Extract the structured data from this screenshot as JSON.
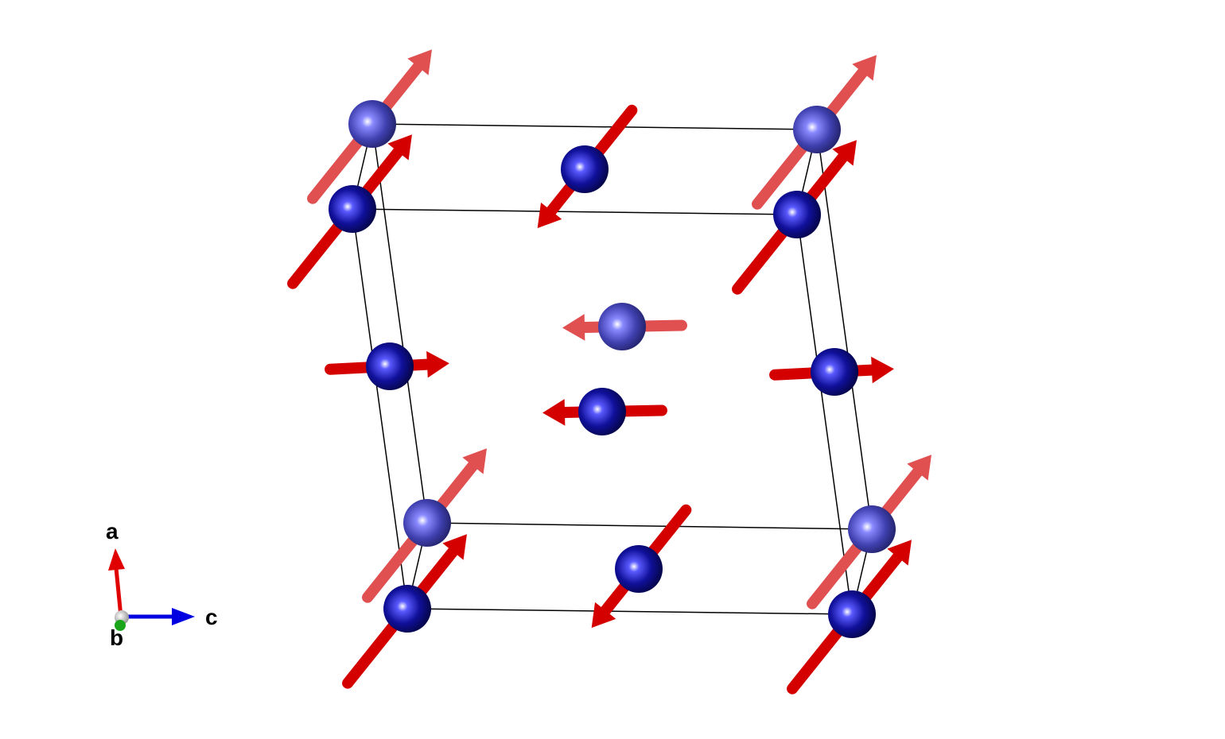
{
  "axes": {
    "a_label": "a",
    "b_label": "b",
    "c_label": "c",
    "a_color": "#e00000",
    "b_color": "#1aa51a",
    "c_color": "#0000e0"
  },
  "colors": {
    "atom_front": "#0a0a8c",
    "atom_back": "#3c3ca8",
    "spin_front": "#d40000",
    "spin_back": "#e05050",
    "cell_line": "#000000"
  }
}
